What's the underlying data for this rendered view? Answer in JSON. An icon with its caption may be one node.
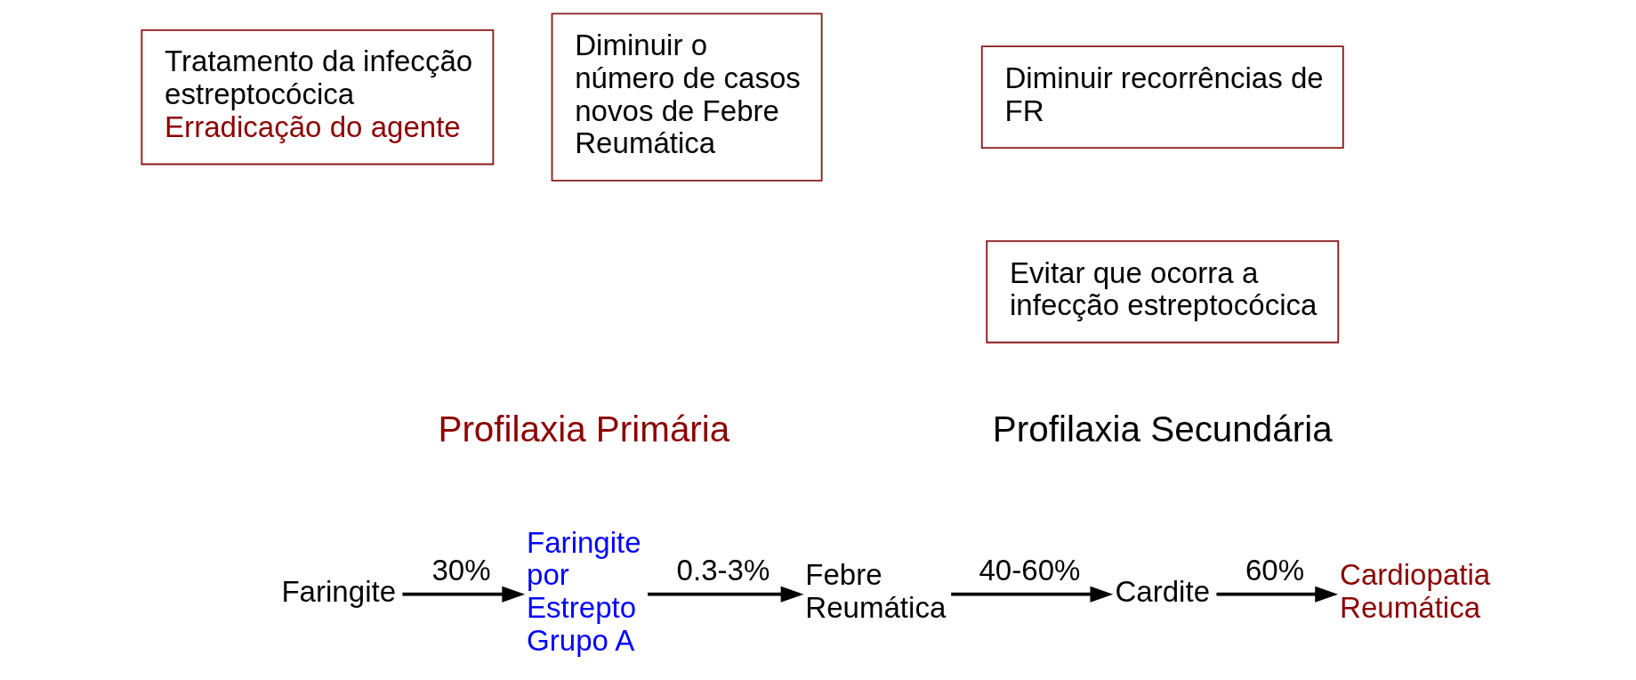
{
  "diagram": {
    "nodes": [
      {
        "text": [
          "Tratamento da infecção estreptocócica",
          "Erradicação do agente"
        ]
      },
      {
        "text": [
          "Diminuir o número de casos novos de Febre Reumática"
        ]
      },
      {
        "text": [
          "Diminuir recorrências de FR"
        ]
      },
      {
        "text": [
          "Evitar que ocorra a infecção estreptocócica"
        ]
      },
      {
        "text": [
          "Faringite"
        ]
      },
      {
        "text": [
          "Faringite por Estrepto Grupo A"
        ]
      },
      {
        "text": [
          "Febre Reumática"
        ]
      },
      {
        "text": [
          "Cardite"
        ]
      },
      {
        "text": [
          "Cardiopatia Reumática"
        ]
      }
    ],
    "edges": [
      {
        "from": 4,
        "to": 5,
        "arrow": "to",
        "label": "30%"
      },
      {
        "from": 5,
        "to": 6,
        "arrow": "to",
        "label": "0.3-3%"
      },
      {
        "from": 6,
        "to": 7,
        "arrow": "to",
        "label": "40-60%"
      },
      {
        "from": 7,
        "to": 8,
        "arrow": "to",
        "label": "60%"
      }
    ],
    "labels": [
      "Profilaxia Primária",
      "Profilaxia Secundária"
    ]
  }
}
